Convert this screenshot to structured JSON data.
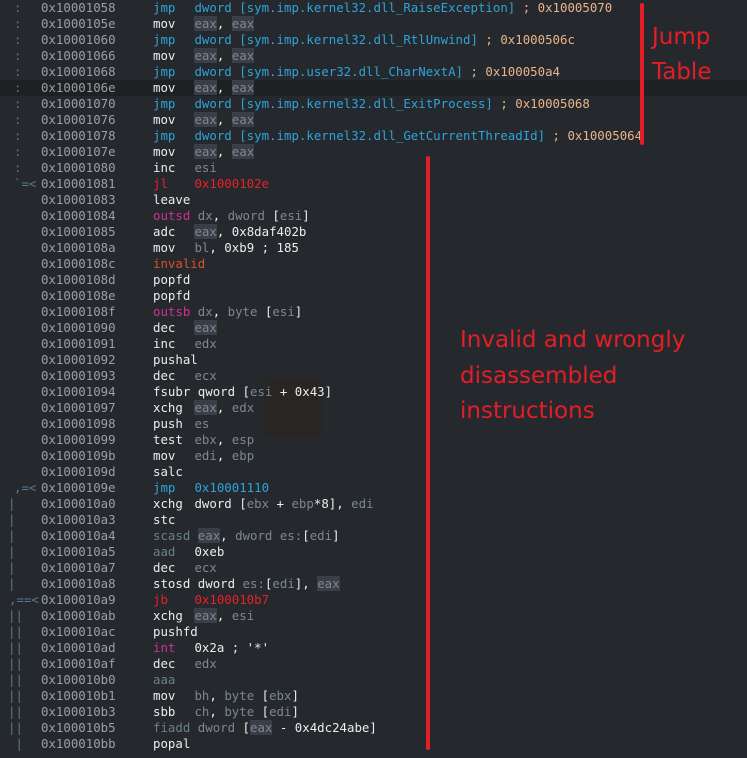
{
  "listing": [
    {
      "flow": ":",
      "addr": "0x10001058",
      "mn": "jmp",
      "cls": "jmp",
      "ops": [
        {
          "t": "dword [",
          "c": "sym"
        },
        {
          "t": "sym.imp.kernel32.dll_RaiseException",
          "c": "sym"
        },
        {
          "t": "]",
          "c": "sym"
        },
        {
          "t": " ; 0x10005070",
          "c": "cmt"
        }
      ]
    },
    {
      "flow": ":",
      "addr": "0x1000105e",
      "mn": "mov",
      "cls": "plain",
      "ops": [
        {
          "t": "eax",
          "c": "regbox"
        },
        {
          "t": ", ",
          "c": "op"
        },
        {
          "t": "eax",
          "c": "regbox"
        }
      ]
    },
    {
      "flow": ":",
      "addr": "0x10001060",
      "mn": "jmp",
      "cls": "jmp",
      "ops": [
        {
          "t": "dword [sym.imp.kernel32.dll_RtlUnwind]",
          "c": "sym"
        },
        {
          "t": " ; 0x1000506c",
          "c": "cmt"
        }
      ]
    },
    {
      "flow": ":",
      "addr": "0x10001066",
      "mn": "mov",
      "cls": "plain",
      "ops": [
        {
          "t": "eax",
          "c": "regbox"
        },
        {
          "t": ", ",
          "c": "op"
        },
        {
          "t": "eax",
          "c": "regbox"
        }
      ]
    },
    {
      "flow": ":",
      "addr": "0x10001068",
      "mn": "jmp",
      "cls": "jmp",
      "ops": [
        {
          "t": "dword [sym.imp.user32.dll_CharNextA]",
          "c": "sym"
        },
        {
          "t": " ; 0x100050a4",
          "c": "cmt"
        }
      ]
    },
    {
      "flow": ":",
      "addr": "0x1000106e",
      "mn": "mov",
      "cls": "plain",
      "hl": true,
      "ops": [
        {
          "t": "eax",
          "c": "regbox"
        },
        {
          "t": ", ",
          "c": "op"
        },
        {
          "t": "eax",
          "c": "regbox"
        }
      ]
    },
    {
      "flow": ":",
      "addr": "0x10001070",
      "mn": "jmp",
      "cls": "jmp",
      "ops": [
        {
          "t": "dword [sym.imp.kernel32.dll_ExitProcess]",
          "c": "sym"
        },
        {
          "t": " ; 0x10005068",
          "c": "cmt"
        }
      ]
    },
    {
      "flow": ":",
      "addr": "0x10001076",
      "mn": "mov",
      "cls": "plain",
      "ops": [
        {
          "t": "eax",
          "c": "regbox"
        },
        {
          "t": ", ",
          "c": "op"
        },
        {
          "t": "eax",
          "c": "regbox"
        }
      ]
    },
    {
      "flow": ":",
      "addr": "0x10001078",
      "mn": "jmp",
      "cls": "jmp",
      "ops": [
        {
          "t": "dword [sym.imp.kernel32.dll_GetCurrentThreadId]",
          "c": "sym"
        },
        {
          "t": " ; 0x10005064",
          "c": "cmt"
        }
      ]
    },
    {
      "flow": ":",
      "addr": "0x1000107e",
      "mn": "mov",
      "cls": "plain",
      "ops": [
        {
          "t": "eax",
          "c": "regbox"
        },
        {
          "t": ", ",
          "c": "op"
        },
        {
          "t": "eax",
          "c": "regbox"
        }
      ]
    },
    {
      "flow": ":",
      "addr": "0x10001080",
      "mn": "inc",
      "cls": "plain",
      "ops": [
        {
          "t": "esi",
          "c": "reg"
        }
      ]
    },
    {
      "flow": "`=<",
      "addr": "0x10001081",
      "mn": "jl",
      "cls": "jcc",
      "ops": [
        {
          "t": "0x1000102e",
          "c": "red"
        }
      ]
    },
    {
      "flow": "",
      "addr": "0x10001083",
      "mn": "leave",
      "cls": "plain",
      "ops": []
    },
    {
      "flow": "",
      "addr": "0x10001084",
      "mn": "outsd",
      "cls": "io",
      "ops": [
        {
          "t": "dx",
          "c": "reg"
        },
        {
          "t": ", ",
          "c": "op"
        },
        {
          "t": "dword ",
          "c": "reg"
        },
        {
          "t": "[",
          "c": "op"
        },
        {
          "t": "esi",
          "c": "reg"
        },
        {
          "t": "]",
          "c": "op"
        }
      ]
    },
    {
      "flow": "",
      "addr": "0x10001085",
      "mn": "adc",
      "cls": "plain",
      "ops": [
        {
          "t": "eax",
          "c": "regbox"
        },
        {
          "t": ", 0x8daf402b",
          "c": "op"
        }
      ]
    },
    {
      "flow": "",
      "addr": "0x1000108a",
      "mn": "mov",
      "cls": "plain",
      "ops": [
        {
          "t": "bl",
          "c": "reg"
        },
        {
          "t": ", 0xb9 ; 185",
          "c": "op"
        }
      ]
    },
    {
      "flow": "",
      "addr": "0x1000108c",
      "mn": "invalid",
      "cls": "inv",
      "ops": []
    },
    {
      "flow": "",
      "addr": "0x1000108d",
      "mn": "popfd",
      "cls": "plain",
      "ops": []
    },
    {
      "flow": "",
      "addr": "0x1000108e",
      "mn": "popfd",
      "cls": "plain",
      "ops": []
    },
    {
      "flow": "",
      "addr": "0x1000108f",
      "mn": "outsb",
      "cls": "io",
      "ops": [
        {
          "t": "dx",
          "c": "reg"
        },
        {
          "t": ", ",
          "c": "op"
        },
        {
          "t": "byte ",
          "c": "reg"
        },
        {
          "t": "[",
          "c": "op"
        },
        {
          "t": "esi",
          "c": "reg"
        },
        {
          "t": "]",
          "c": "op"
        }
      ]
    },
    {
      "flow": "",
      "addr": "0x10001090",
      "mn": "dec",
      "cls": "plain",
      "ops": [
        {
          "t": "eax",
          "c": "regbox"
        }
      ]
    },
    {
      "flow": "",
      "addr": "0x10001091",
      "mn": "inc",
      "cls": "plain",
      "ops": [
        {
          "t": "edx",
          "c": "reg"
        }
      ]
    },
    {
      "flow": "",
      "addr": "0x10001092",
      "mn": "pushal",
      "cls": "plain",
      "ops": []
    },
    {
      "flow": "",
      "addr": "0x10001093",
      "mn": "dec",
      "cls": "plain",
      "ops": [
        {
          "t": "ecx",
          "c": "reg"
        }
      ]
    },
    {
      "flow": "",
      "addr": "0x10001094",
      "mn": "fsubr",
      "cls": "plain",
      "ops": [
        {
          "t": "qword [",
          "c": "op"
        },
        {
          "t": "esi",
          "c": "reg"
        },
        {
          "t": " + 0x43]",
          "c": "op"
        }
      ]
    },
    {
      "flow": "",
      "addr": "0x10001097",
      "mn": "xchg",
      "cls": "plain",
      "ops": [
        {
          "t": "eax",
          "c": "regbox"
        },
        {
          "t": ", ",
          "c": "op"
        },
        {
          "t": "edx",
          "c": "reg"
        }
      ]
    },
    {
      "flow": "",
      "addr": "0x10001098",
      "mn": "push",
      "cls": "plain",
      "ops": [
        {
          "t": "es",
          "c": "reg"
        }
      ]
    },
    {
      "flow": "",
      "addr": "0x10001099",
      "mn": "test",
      "cls": "plain",
      "ops": [
        {
          "t": "ebx",
          "c": "reg"
        },
        {
          "t": ", ",
          "c": "op"
        },
        {
          "t": "esp",
          "c": "reg"
        }
      ]
    },
    {
      "flow": "",
      "addr": "0x1000109b",
      "mn": "mov",
      "cls": "plain",
      "ops": [
        {
          "t": "edi",
          "c": "reg"
        },
        {
          "t": ", ",
          "c": "op"
        },
        {
          "t": "ebp",
          "c": "reg"
        }
      ]
    },
    {
      "flow": "",
      "addr": "0x1000109d",
      "mn": "salc",
      "cls": "plain",
      "ops": []
    },
    {
      "flow": ",=<",
      "addr": "0x1000109e",
      "mn": "jmp",
      "cls": "jmp",
      "ops": [
        {
          "t": "0x10001110",
          "c": "blue"
        }
      ]
    },
    {
      "flow": "|",
      "addr": "0x100010a0",
      "mn": "xchg",
      "cls": "plain",
      "ops": [
        {
          "t": "dword [",
          "c": "op"
        },
        {
          "t": "ebx",
          "c": "reg"
        },
        {
          "t": " + ",
          "c": "op"
        },
        {
          "t": "ebp",
          "c": "reg"
        },
        {
          "t": "*8], ",
          "c": "op"
        },
        {
          "t": "edi",
          "c": "reg"
        }
      ]
    },
    {
      "flow": "|",
      "addr": "0x100010a3",
      "mn": "stc",
      "cls": "plain",
      "ops": []
    },
    {
      "flow": "|",
      "addr": "0x100010a4",
      "mn": "scasd",
      "cls": "fpu",
      "ops": [
        {
          "t": "eax",
          "c": "regbox"
        },
        {
          "t": ", ",
          "c": "op"
        },
        {
          "t": "dword es:",
          "c": "reg"
        },
        {
          "t": "[",
          "c": "op"
        },
        {
          "t": "edi",
          "c": "reg"
        },
        {
          "t": "]",
          "c": "op"
        }
      ]
    },
    {
      "flow": "|",
      "addr": "0x100010a5",
      "mn": "aad",
      "cls": "fpu",
      "ops": [
        {
          "t": "0xeb",
          "c": "op"
        }
      ]
    },
    {
      "flow": "|",
      "addr": "0x100010a7",
      "mn": "dec",
      "cls": "plain",
      "ops": [
        {
          "t": "ecx",
          "c": "reg"
        }
      ]
    },
    {
      "flow": "|",
      "addr": "0x100010a8",
      "mn": "stosd",
      "cls": "plain",
      "ops": [
        {
          "t": "dword ",
          "c": "op"
        },
        {
          "t": "es:",
          "c": "reg"
        },
        {
          "t": "[",
          "c": "op"
        },
        {
          "t": "edi",
          "c": "reg"
        },
        {
          "t": "], ",
          "c": "op"
        },
        {
          "t": "eax",
          "c": "regbox"
        }
      ]
    },
    {
      "flow": ",==<",
      "addr": "0x100010a9",
      "mn": "jb",
      "cls": "jcc",
      "ops": [
        {
          "t": "0x100010b7",
          "c": "red"
        }
      ]
    },
    {
      "flow": "||",
      "addr": "0x100010ab",
      "mn": "xchg",
      "cls": "plain",
      "ops": [
        {
          "t": "eax",
          "c": "regbox"
        },
        {
          "t": ", ",
          "c": "op"
        },
        {
          "t": "esi",
          "c": "reg"
        }
      ]
    },
    {
      "flow": "||",
      "addr": "0x100010ac",
      "mn": "pushfd",
      "cls": "plain",
      "ops": []
    },
    {
      "flow": "||",
      "addr": "0x100010ad",
      "mn": "int",
      "cls": "io",
      "ops": [
        {
          "t": "0x2a ; '*'",
          "c": "op"
        }
      ]
    },
    {
      "flow": "||",
      "addr": "0x100010af",
      "mn": "dec",
      "cls": "plain",
      "ops": [
        {
          "t": "edx",
          "c": "reg"
        }
      ]
    },
    {
      "flow": "||",
      "addr": "0x100010b0",
      "mn": "aaa",
      "cls": "fpu",
      "ops": []
    },
    {
      "flow": "||",
      "addr": "0x100010b1",
      "mn": "mov",
      "cls": "plain",
      "ops": [
        {
          "t": "bh",
          "c": "reg"
        },
        {
          "t": ", ",
          "c": "op"
        },
        {
          "t": "byte ",
          "c": "reg"
        },
        {
          "t": "[",
          "c": "op"
        },
        {
          "t": "ebx",
          "c": "reg"
        },
        {
          "t": "]",
          "c": "op"
        }
      ]
    },
    {
      "flow": "||",
      "addr": "0x100010b3",
      "mn": "sbb",
      "cls": "plain",
      "ops": [
        {
          "t": "ch",
          "c": "reg"
        },
        {
          "t": ", ",
          "c": "op"
        },
        {
          "t": "byte ",
          "c": "reg"
        },
        {
          "t": "[",
          "c": "op"
        },
        {
          "t": "edi",
          "c": "reg"
        },
        {
          "t": "]",
          "c": "op"
        }
      ]
    },
    {
      "flow": "||",
      "addr": "0x100010b5",
      "mn": "fiadd",
      "cls": "fpu",
      "ops": [
        {
          "t": "dword ",
          "c": "reg"
        },
        {
          "t": "[",
          "c": "op"
        },
        {
          "t": "eax",
          "c": "regbox"
        },
        {
          "t": " - 0x4dc24abe]",
          "c": "op"
        }
      ]
    },
    {
      "flow": " |",
      "addr": "0x100010bb",
      "mn": "popal",
      "cls": "plain",
      "ops": []
    }
  ],
  "annotations": {
    "jump_table": {
      "label": "Jump\nTable",
      "color": "#e41e26"
    },
    "invalid": {
      "label": "Invalid and wrongly\ndisassembled\ninstructions",
      "color": "#e41e26"
    }
  },
  "colors": {
    "background": "#25282c",
    "highlight_row": "#1e2124",
    "address": "#9aa0a6",
    "jmp": "#2fa3d9",
    "conditional_jump": "#e8212a",
    "io_int": "#d0308f",
    "invalid": "#d8502a",
    "register": "#7d8791",
    "comment": "#e8b48c",
    "flow_lines": "#5b7891"
  }
}
